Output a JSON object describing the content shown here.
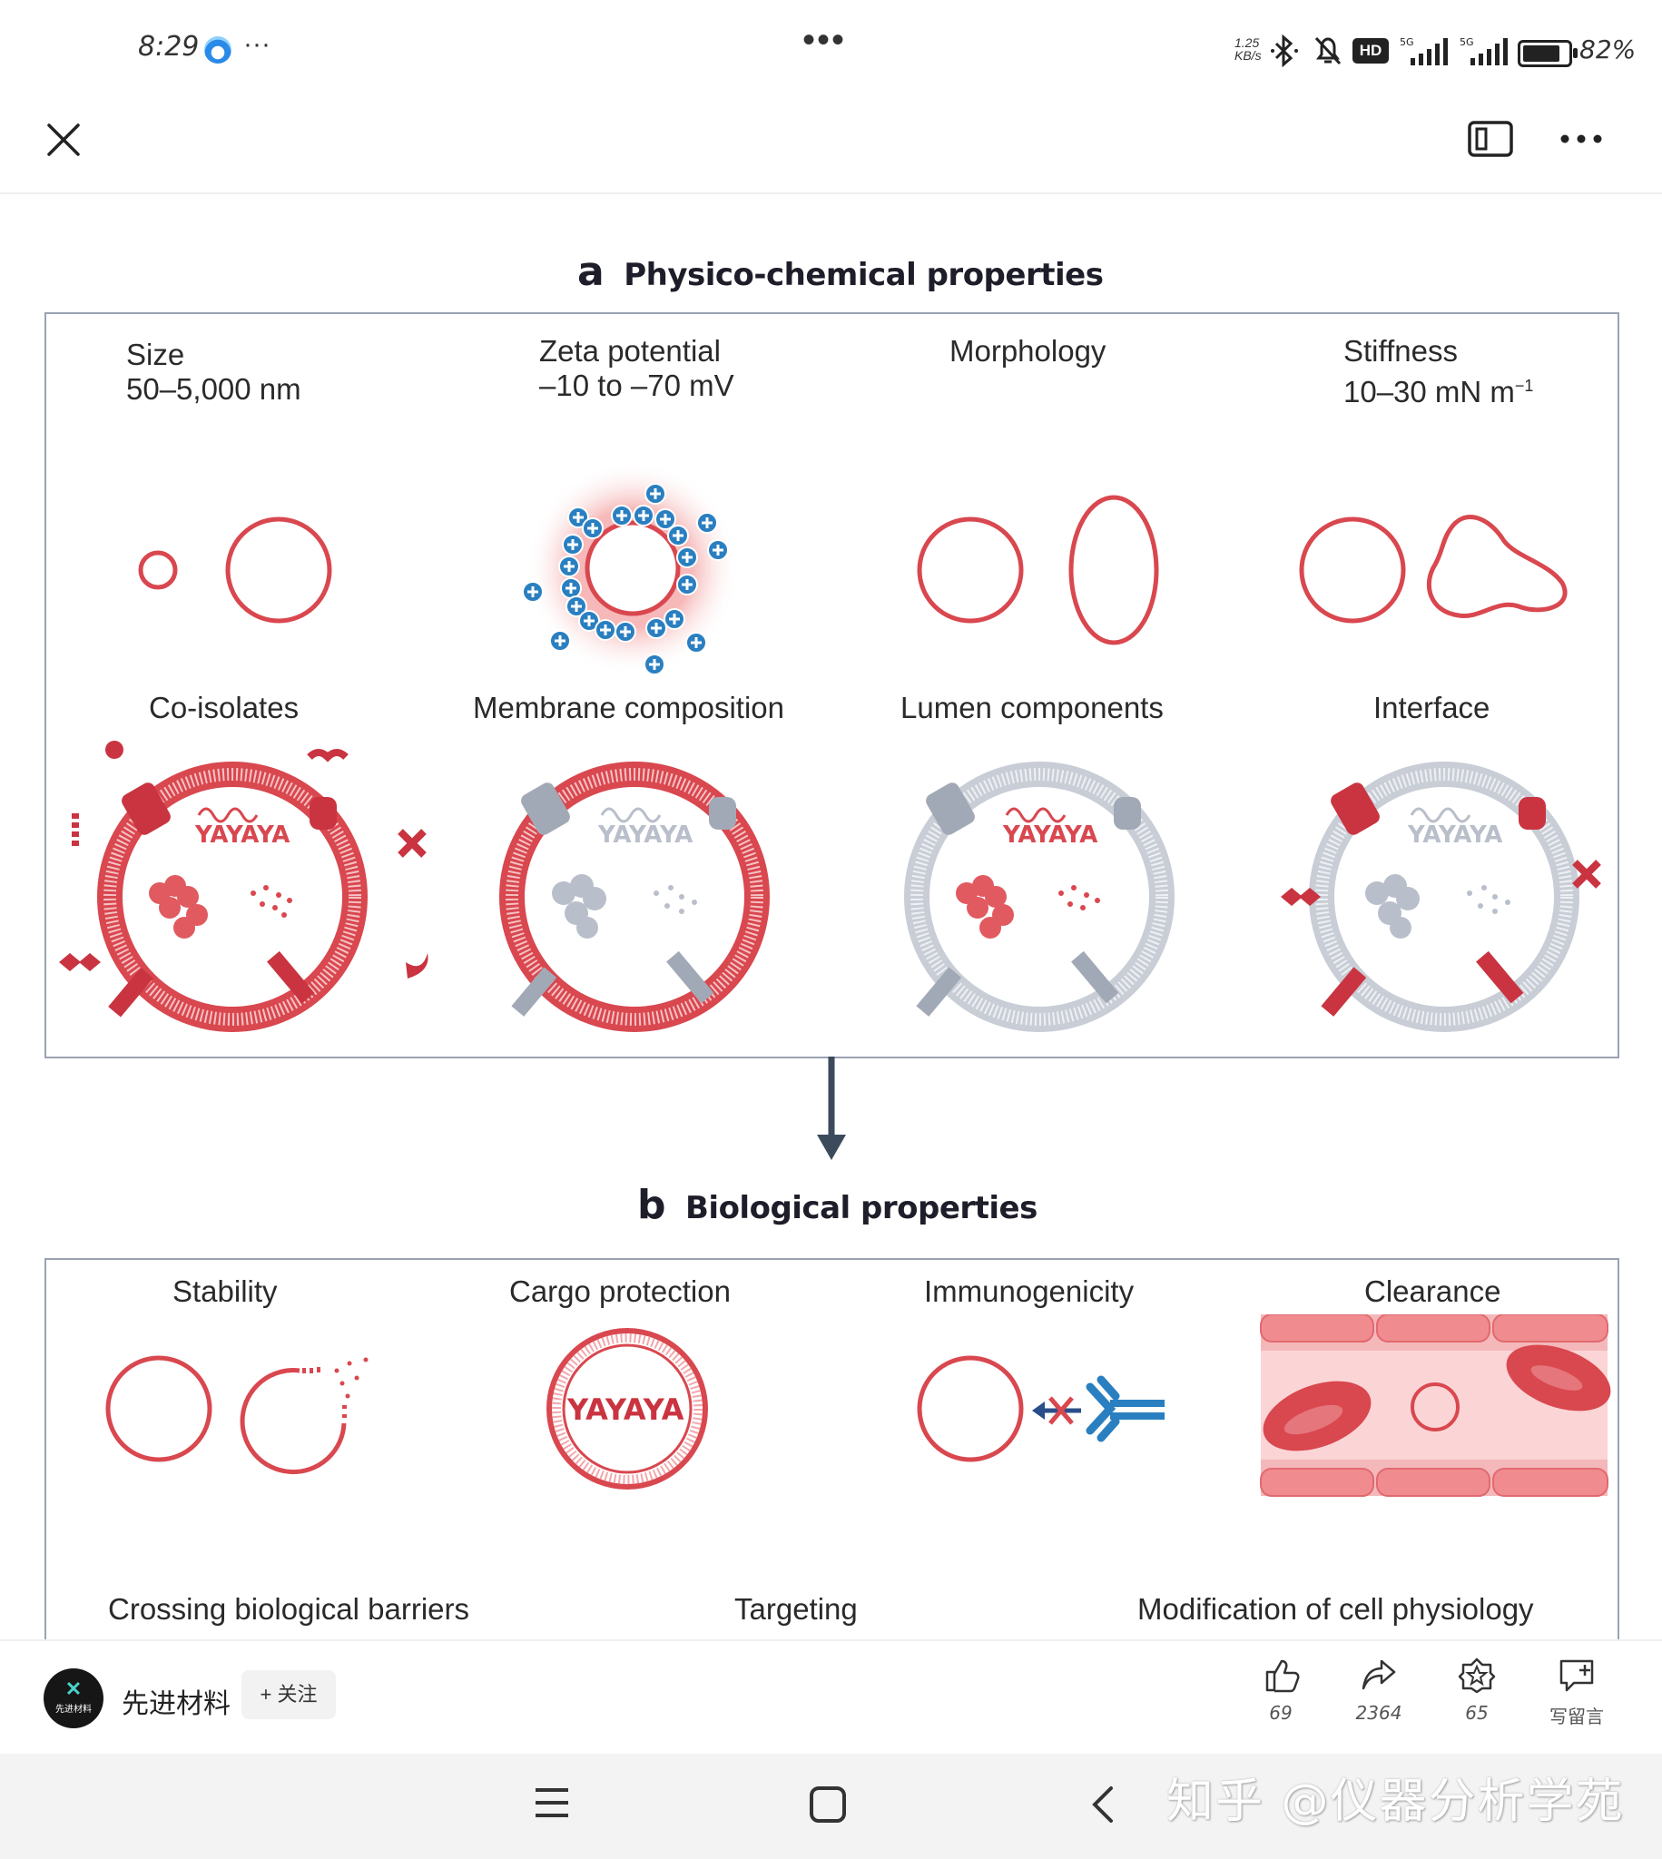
{
  "status_bar": {
    "time": "8:29",
    "left_dots": "···",
    "center_dots": "•••",
    "net_speed_top": "1.25",
    "net_speed_bottom": "KB/s",
    "hd_badge": "HD",
    "net_type_1": "5G",
    "net_type_2": "5G",
    "battery": "82%",
    "icons": [
      "cloud-icon",
      "bluetooth-icon",
      "mute-bell-icon",
      "hd-icon",
      "signal-icon",
      "signal-icon",
      "battery-icon"
    ]
  },
  "toolbar": {
    "close_icon": "close-icon",
    "reader_icon": "reader-mode-icon",
    "more_icon": "more-icon"
  },
  "figure": {
    "panel_a": {
      "letter": "a",
      "title": "Physico-chemical properties",
      "row1": [
        {
          "label_line1": "Size",
          "label_line2": "50–5,000  nm"
        },
        {
          "label_line1": "Zeta potential",
          "label_line2": "–10 to –70  mV"
        },
        {
          "label_line1": "Morphology",
          "label_line2": ""
        },
        {
          "label_line1": "Stiffness",
          "label_line2": "10–30 mN m",
          "superscript": "−1"
        }
      ],
      "row2": [
        "Co-isolates",
        "Membrane composition",
        "Lumen components",
        "Interface"
      ]
    },
    "panel_b": {
      "letter": "b",
      "title": "Biological properties",
      "row1": [
        "Stability",
        "Cargo protection",
        "Immunogenicity",
        "Clearance"
      ],
      "row2": [
        "Crossing biological barriers",
        "Targeting",
        "Modification of cell physiology"
      ]
    },
    "colors": {
      "red": "#d9474f",
      "blue": "#2a7fc0",
      "grey": "#b9bfca",
      "border": "#9aa2b3"
    }
  },
  "author_bar": {
    "avatar_text": "先进材料",
    "name": "先进材料",
    "follow_label": "+ 关注",
    "actions": [
      {
        "icon": "like-icon",
        "count": "69"
      },
      {
        "icon": "share-icon",
        "count": "2364"
      },
      {
        "icon": "collect-icon",
        "count": "65"
      },
      {
        "icon": "comment-icon",
        "count": "写留言"
      }
    ]
  },
  "nav_bar": {
    "icons": [
      "menu-icon",
      "home-icon",
      "back-icon"
    ],
    "watermark": "知乎 @仪器分析学苑"
  }
}
